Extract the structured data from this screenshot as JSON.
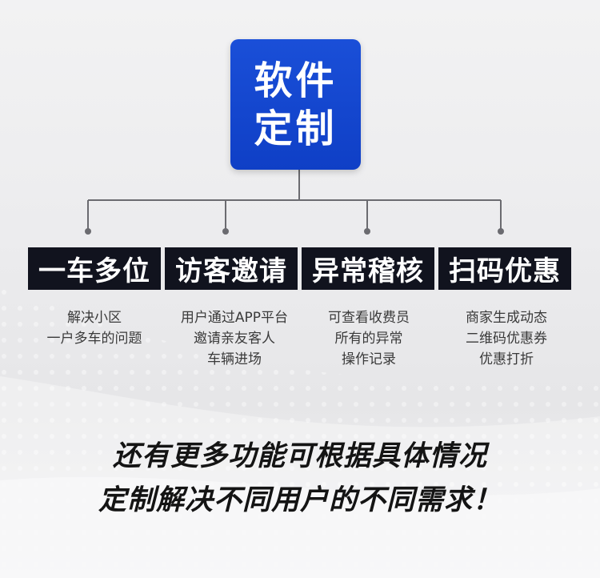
{
  "root": {
    "line1": "软件",
    "line2": "定制"
  },
  "features": [
    {
      "title": "一车多位",
      "desc": [
        "解决小区",
        "一户多车的问题"
      ]
    },
    {
      "title": "访客邀请",
      "desc": [
        "用户通过APP平台",
        "邀请亲友客人",
        "车辆进场"
      ]
    },
    {
      "title": "异常稽核",
      "desc": [
        "可查看收费员",
        "所有的异常",
        "操作记录"
      ]
    },
    {
      "title": "扫码优惠",
      "desc": [
        "商家生成动态",
        "二维码优惠券",
        "优惠打折"
      ]
    }
  ],
  "footer": {
    "line1": "还有更多功能可根据具体情况",
    "line2": "定制解决不同用户的不同需求！"
  },
  "colors": {
    "root_bg": "#1a4fd8",
    "feature_bg": "#11131e",
    "connector": "#6b6b70"
  }
}
